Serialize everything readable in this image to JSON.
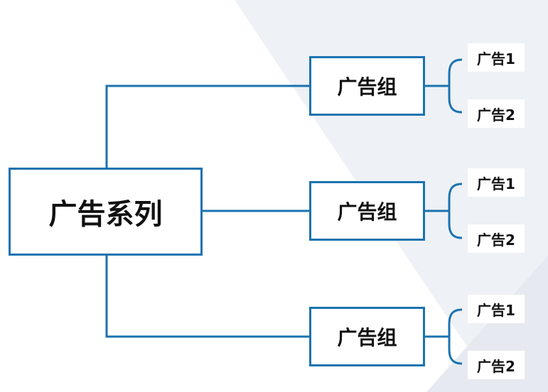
{
  "diagram": {
    "root": {
      "label": "广告系列"
    },
    "groups": [
      {
        "label": "广告组",
        "ads": [
          {
            "label": "广告1"
          },
          {
            "label": "广告2"
          }
        ]
      },
      {
        "label": "广告组",
        "ads": [
          {
            "label": "广告1"
          },
          {
            "label": "广告2"
          }
        ]
      },
      {
        "label": "广告组",
        "ads": [
          {
            "label": "广告1"
          },
          {
            "label": "广告2"
          }
        ]
      }
    ]
  },
  "colors": {
    "line": "#1a73b0",
    "border": "#1a73b0",
    "text": "#111111",
    "background_shade": "#eef1f5"
  }
}
